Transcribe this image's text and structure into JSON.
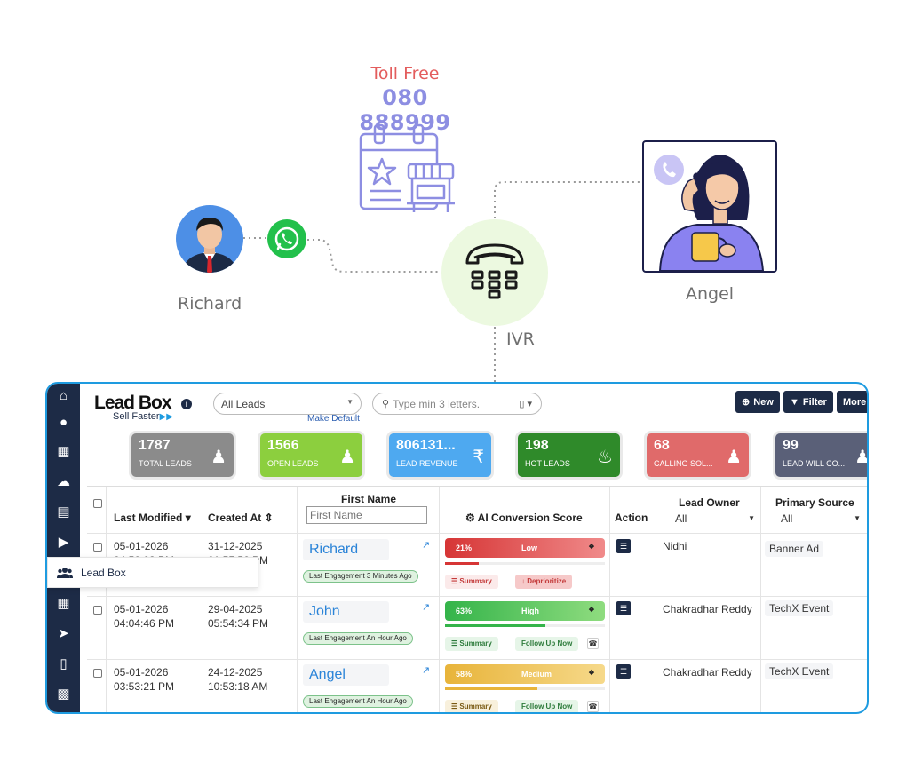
{
  "toll": {
    "title": "Toll Free",
    "number": "080 888999"
  },
  "people": {
    "caller": "Richard",
    "agent": "Angel",
    "ivr": "IVR"
  },
  "colors": {
    "accent": "#1e9be0",
    "sidebar": "#1d2b46",
    "ivr_circle": "#ecf9e0",
    "whatsapp": "#22c04b"
  },
  "app": {
    "logo": {
      "main": "Lead Box",
      "sub": "Sell Faster"
    },
    "filter": {
      "value": "All Leads",
      "make_default": "Make Default"
    },
    "search": {
      "placeholder": "Type min 3 letters."
    },
    "buttons": {
      "new": "New",
      "filter": "Filter",
      "more": "More"
    },
    "sidebar": {
      "icons": [
        "home-icon",
        "user-icon",
        "calendar-icon",
        "cloud-icon",
        "list-icon",
        "megaphone-icon",
        "users-icon",
        "table-icon",
        "rocket-icon",
        "mobile-icon",
        "grid-icon"
      ],
      "flyout_label": "Lead Box"
    },
    "stats": [
      {
        "value": "1787",
        "label": "TOTAL LEADS",
        "color": "#8b8b8b",
        "icon": "user-icon"
      },
      {
        "value": "1566",
        "label": "OPEN LEADS",
        "color": "#8ccf3e",
        "icon": "user-icon"
      },
      {
        "value": "806131...",
        "label": "LEAD REVENUE",
        "color": "#4ea9f0",
        "icon": "rupee-icon"
      },
      {
        "value": "198",
        "label": "HOT LEADS",
        "color": "#2f8a2a",
        "icon": "flame-icon"
      },
      {
        "value": "68",
        "label": "CALLING SOL...",
        "color": "#e06a6a",
        "icon": "user-icon"
      },
      {
        "value": "99",
        "label": "LEAD WILL CO...",
        "color": "#5a6078",
        "icon": "user-icon"
      }
    ],
    "table": {
      "headers": {
        "last_modified": "Last Modified",
        "created_at": "Created At",
        "first_name": "First Name",
        "first_name_placeholder": "First Name",
        "ai_score": "AI Conversion Score",
        "action": "Action",
        "lead_owner": "Lead Owner",
        "lead_owner_filter": "All",
        "primary_source": "Primary Source",
        "primary_source_filter": "All"
      },
      "rows": [
        {
          "modified_date": "05-01-2026",
          "modified_time": "04:50:03 PM",
          "created_date": "31-12-2025",
          "created_time": "01:55:56 PM",
          "name": "Richard",
          "engagement": "Last Engagement 3 Minutes Ago",
          "score_pct": "21%",
          "score_label": "Low",
          "score_value": 0.21,
          "actions": [
            "Summary",
            "Deprioritize"
          ],
          "owner": "Nidhi",
          "source": "Banner Ad"
        },
        {
          "modified_date": "05-01-2026",
          "modified_time": "04:04:46 PM",
          "created_date": "29-04-2025",
          "created_time": "05:54:34 PM",
          "name": "John",
          "engagement": "Last Engagement An Hour Ago",
          "score_pct": "63%",
          "score_label": "High",
          "score_value": 0.63,
          "actions": [
            "Summary",
            "Follow Up Now"
          ],
          "owner": "Chakradhar Reddy",
          "source": "TechX Event"
        },
        {
          "modified_date": "05-01-2026",
          "modified_time": "03:53:21 PM",
          "created_date": "24-12-2025",
          "created_time": "10:53:18 AM",
          "name": "Angel",
          "engagement": "Last Engagement An Hour Ago",
          "score_pct": "58%",
          "score_label": "Medium",
          "score_value": 0.58,
          "actions": [
            "Summary",
            "Follow Up Now"
          ],
          "owner": "Chakradhar Reddy",
          "source": "TechX Event"
        }
      ]
    }
  }
}
